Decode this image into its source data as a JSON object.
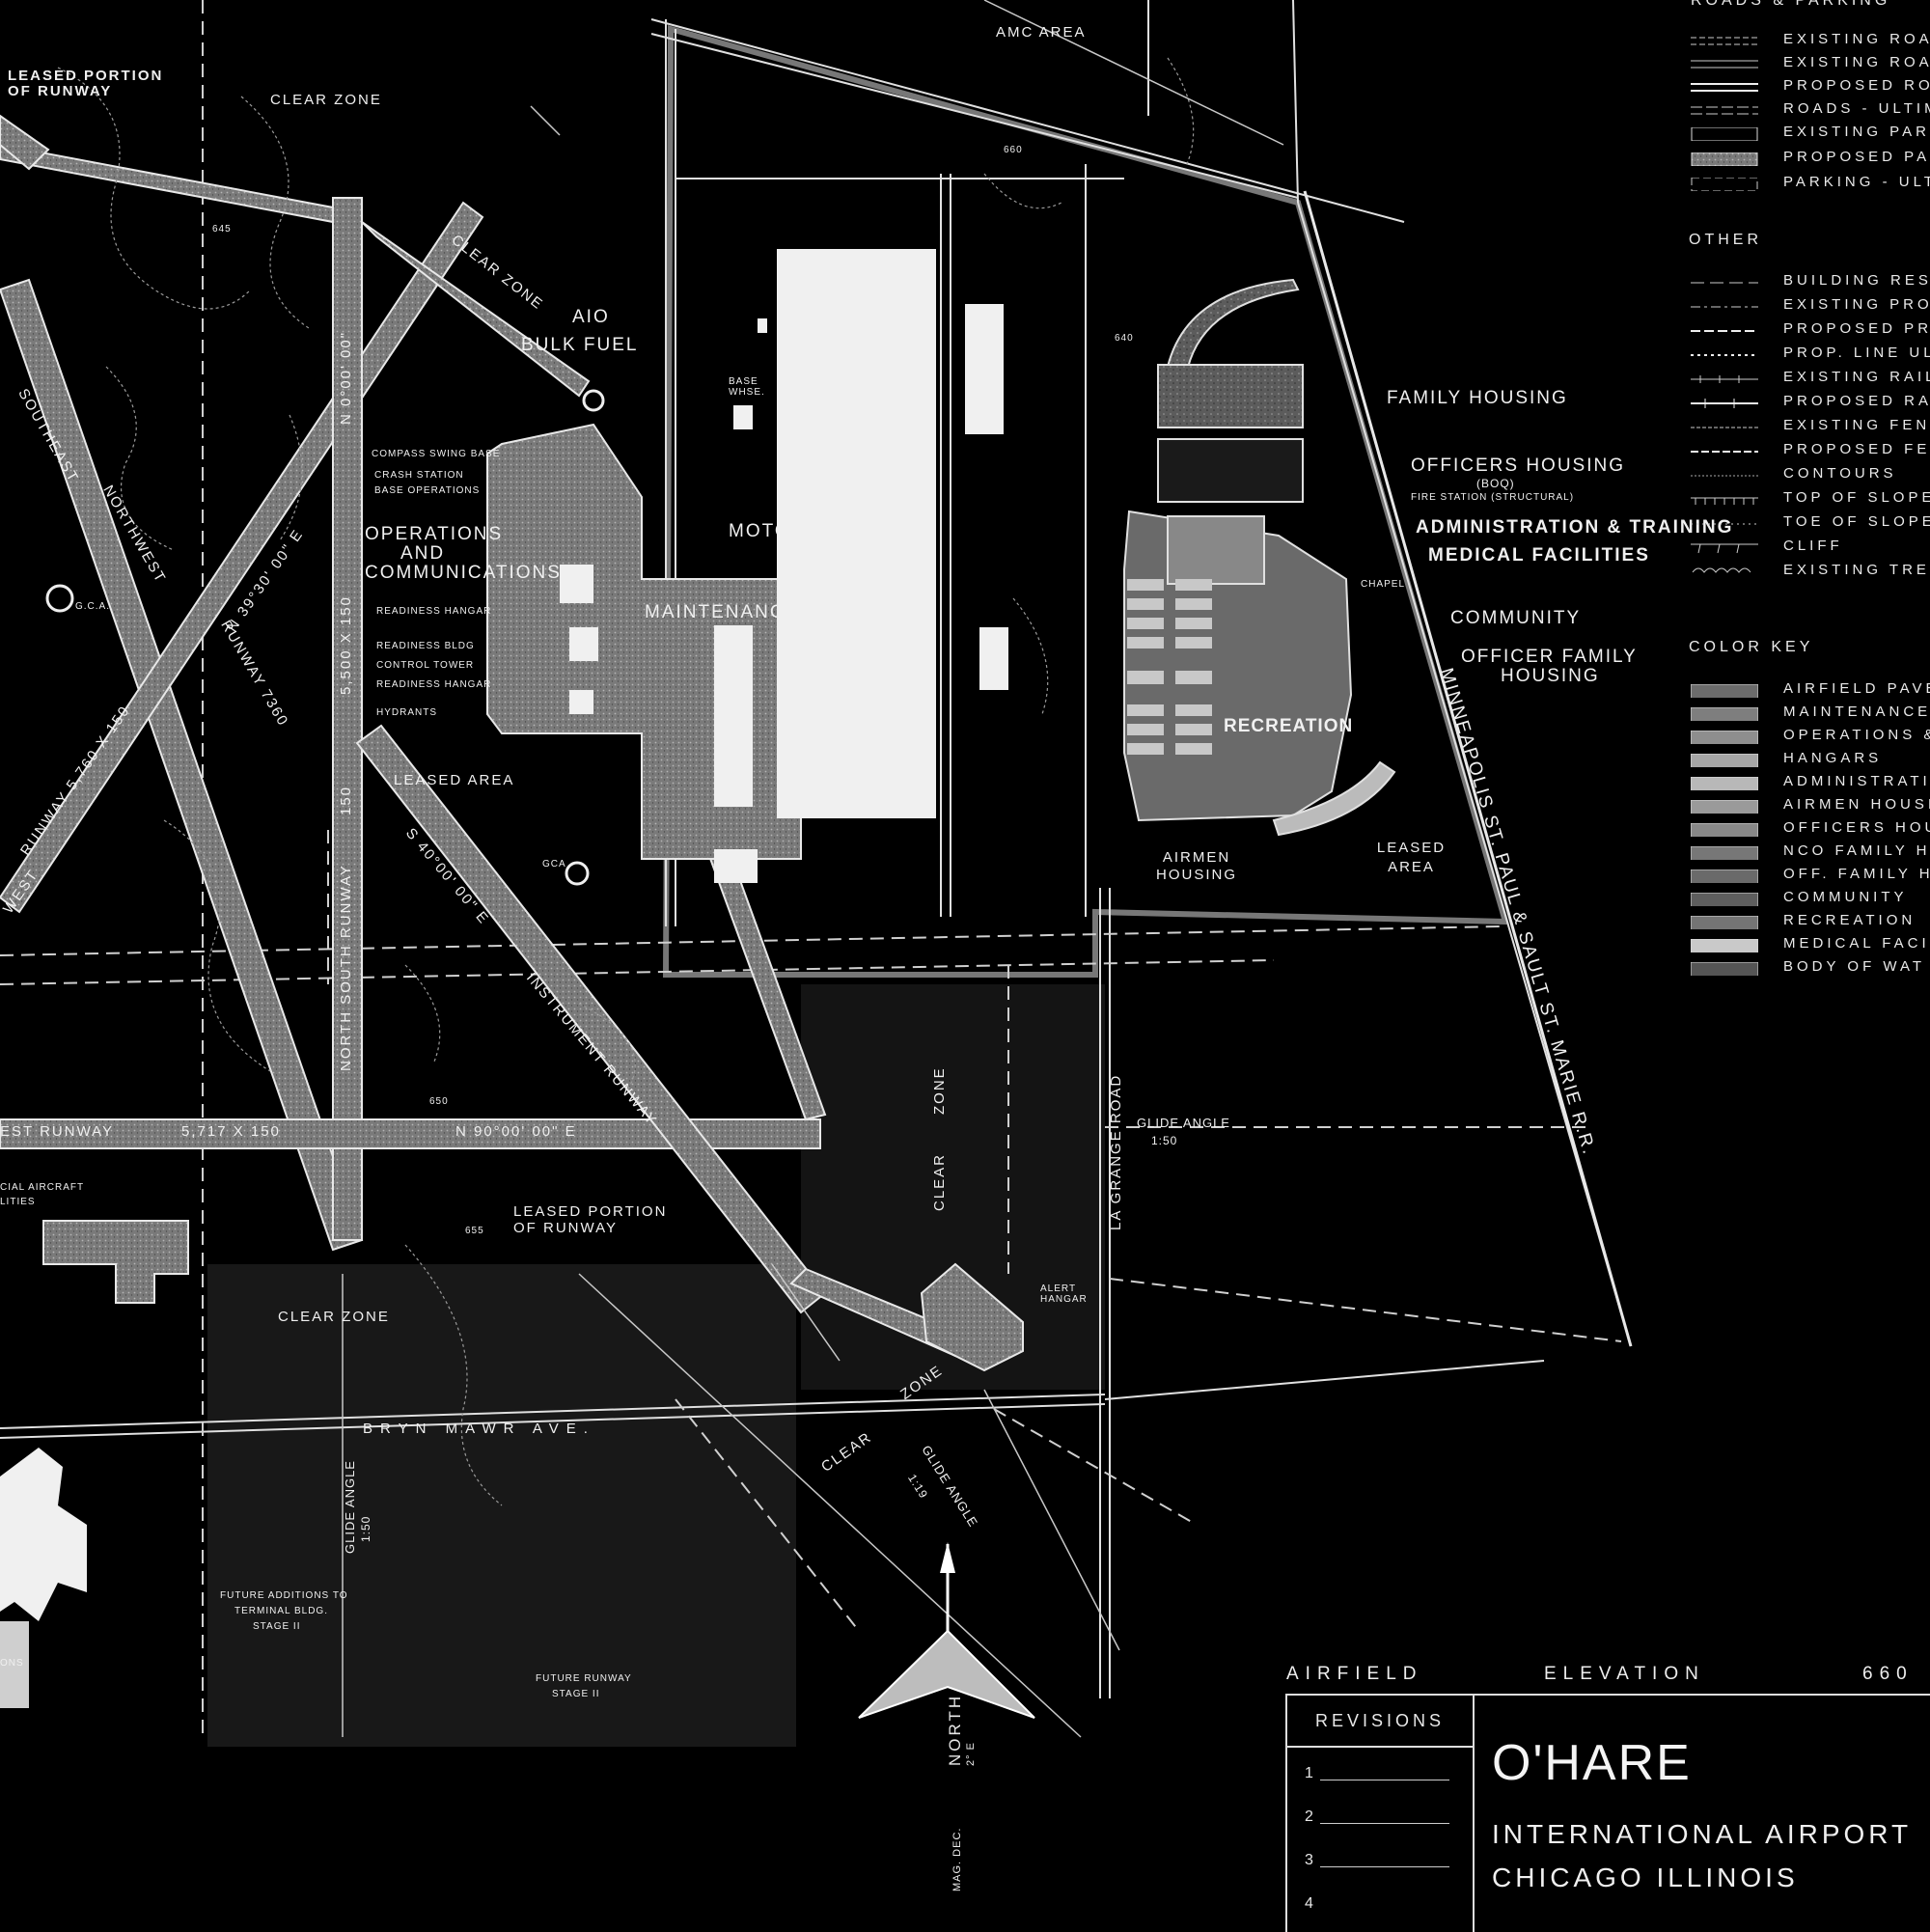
{
  "title": {
    "name": "O'HARE",
    "line2": "INTERNATIONAL AIRPORT",
    "line3": "CHICAGO ILLINOIS"
  },
  "airfield_elevation": {
    "label_a": "AIRFIELD",
    "label_b": "ELEVATION",
    "value": "660"
  },
  "revisions": {
    "heading": "REVISIONS",
    "numbers": [
      "1",
      "2",
      "3",
      "4"
    ]
  },
  "legend": {
    "roads_heading": "ROADS & PARKING",
    "roads": [
      "EXISTING ROADS",
      "EXISTING ROADS",
      "PROPOSED ROADS",
      "ROADS - ULTIMATE",
      "EXISTING PARKING",
      "PROPOSED PARKING",
      "PARKING - ULTIMATE"
    ],
    "other_heading": "OTHER",
    "other": [
      "BUILDING REST",
      "EXISTING PROPE",
      "PROPOSED PRO",
      "PROP. LINE ULT",
      "EXISTING RAIL",
      "PROPOSED RAIL",
      "EXISTING FENC",
      "PROPOSED FEN",
      "CONTOURS",
      "TOP OF SLOPE",
      "TOE OF SLOPE",
      "CLIFF",
      "EXISTING TREE"
    ],
    "color_key_heading": "COLOR KEY",
    "color_key": [
      "AIRFIELD PAVE",
      "MAINTENANCE,",
      "OPERATIONS &",
      "HANGARS",
      "ADMINISTRATION",
      "AIRMEN HOUSIN",
      "OFFICERS HOUS",
      "NCO FAMILY HO",
      "OFF. FAMILY HO",
      "COMMUNITY",
      "RECREATION",
      "MEDICAL FACIL",
      "BODY OF WAT"
    ]
  },
  "map_labels": {
    "amc_area": "AMC AREA",
    "leased_portion_top": "LEASED PORTION",
    "of_runway_top": "OF RUNWAY",
    "clear_zone_1": "CLEAR ZONE",
    "clear_zone_2": "CLEAR ZONE",
    "aio": "AIO",
    "bulk_fuel": "BULK FUEL",
    "base_whse": "BASE WHSE.",
    "compass_swing_base": "COMPASS SWING BASE",
    "crash_station": "CRASH STATION",
    "base_operations": "BASE OPERATIONS",
    "operations": "OPERATIONS",
    "and": "AND",
    "communications": "COMMUNICATIONS",
    "readiness_hangar": "READINESS HANGAR",
    "readiness_bldg": "READINESS BLDG",
    "control_tower": "CONTROL TOWER",
    "readiness_hangar_2": "READINESS HANGAR",
    "hydrants": "HYDRANTS",
    "leased_area": "LEASED AREA",
    "maintenance": "MAINTENANCE",
    "motor_pool": "MOTOR POOL",
    "family_housing": "FAMILY HOUSING",
    "officers_housing": "OFFICERS HOUSING",
    "boq": "(BOQ)",
    "fire_station": "FIRE STATION (STRUCTURAL)",
    "admin_training": "ADMINISTRATION & TRAINING",
    "medical_facilities": "MEDICAL FACILITIES",
    "chapel": "CHAPEL",
    "community": "COMMUNITY",
    "officer_family": "OFFICER FAMILY",
    "housing": "HOUSING",
    "recreation": "RECREATION",
    "airmen": "AIRMEN",
    "airmen_housing": "HOUSING",
    "leased_area_2a": "LEASED",
    "leased_area_2b": "AREA",
    "railroad": "MINNEAPOLIS ST. PAUL & SAULT ST. MARIE R.R.",
    "southeast": "SOUTHEAST",
    "northwest": "NORTHWEST",
    "runway_5760": "RUNWAY 5,760 X 150",
    "n_39": "N 39°30' 00\" E",
    "runway_7360": "RUNWAY 7360",
    "n_0": "N 0°00' 00\"",
    "dim_5500": "5,500 X 150",
    "north_south_runway": "NORTH SOUTH RUNWAY",
    "dim_150": "150",
    "s_40": "S 40°00' 00\" E",
    "instrument_runway": "INSTRUMENT RUNWAY",
    "est_runway": "EST RUNWAY",
    "dim_5717": "5,717 X 150",
    "n_90": "N 90°00' 00\" E",
    "west": "WEST",
    "leased_portion_bottom": "LEASED PORTION",
    "of_runway_bottom": "OF RUNWAY",
    "clear_zone_3": "CLEAR ZONE",
    "clear_zone_4a": "CLEAR",
    "clear_zone_4b": "ZONE",
    "clear_zone_5a": "CLEAR",
    "clear_zone_5b": "ZONE",
    "glide_angle_1": "GLIDE ANGLE",
    "ratio_1": "1:50",
    "glide_angle_2": "GLIDE ANGLE",
    "ratio_2": "1:50",
    "glide_angle_3": "GLIDE ANGLE",
    "ratio_3": "1:19",
    "la_grange": "LA GRANGE ROAD",
    "bryn_mawr": "BRYN MAWR AVE.",
    "alert_hangar": "ALERT HANGAR",
    "gca": "G.C.A.",
    "gca_2": "GCA",
    "cial_aircraft": "CIAL AIRCRAFT",
    "lities": "LITIES",
    "future_terminal": "FUTURE ADDITIONS TO",
    "terminal_bldg": "TERMINAL BLDG.",
    "stage_ii": "STAGE II",
    "future_runway": "FUTURE RUNWAY",
    "stage_ii_b": "STAGE II",
    "north": "NORTH",
    "mag_dec": "MAG. DEC.",
    "mag_val": "2° E",
    "ons": "ONS",
    "contour_640": "640",
    "contour_645": "645",
    "contour_650": "650",
    "contour_655": "655",
    "contour_660": "660"
  },
  "colors": {
    "background": "#000000",
    "line": "#e0e0e0",
    "pavement": "#8c8c8c",
    "building": "#f0f0f0",
    "zone": "#6e6e6e"
  },
  "icons": [
    "north-arrow-icon",
    "gca-marker-icon"
  ]
}
